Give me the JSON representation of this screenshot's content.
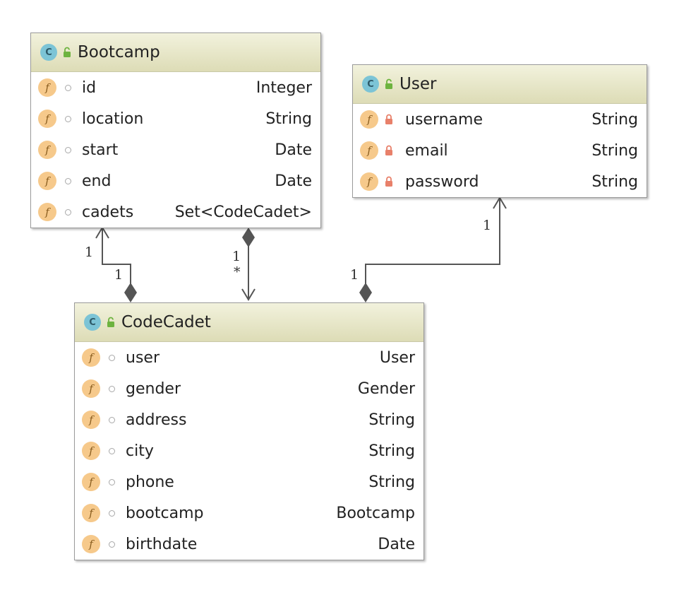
{
  "classes": {
    "bootcamp": {
      "name": "Bootcamp",
      "kind_badge": "C",
      "fields": [
        {
          "badge": "f",
          "name": "id",
          "type": "Integer",
          "visibility": "package"
        },
        {
          "badge": "f",
          "name": "location",
          "type": "String",
          "visibility": "package"
        },
        {
          "badge": "f",
          "name": "start",
          "type": "Date",
          "visibility": "package"
        },
        {
          "badge": "f",
          "name": "end",
          "type": "Date",
          "visibility": "package"
        },
        {
          "badge": "f",
          "name": "cadets",
          "type": "Set<CodeCadet>",
          "visibility": "package"
        }
      ]
    },
    "user": {
      "name": "User",
      "kind_badge": "C",
      "fields": [
        {
          "badge": "f",
          "name": "username",
          "type": "String",
          "visibility": "private"
        },
        {
          "badge": "f",
          "name": "email",
          "type": "String",
          "visibility": "private"
        },
        {
          "badge": "f",
          "name": "password",
          "type": "String",
          "visibility": "private"
        }
      ]
    },
    "codecadet": {
      "name": "CodeCadet",
      "kind_badge": "C",
      "fields": [
        {
          "badge": "f",
          "name": "user",
          "type": "User",
          "visibility": "package"
        },
        {
          "badge": "f",
          "name": "gender",
          "type": "Gender",
          "visibility": "package"
        },
        {
          "badge": "f",
          "name": "address",
          "type": "String",
          "visibility": "package"
        },
        {
          "badge": "f",
          "name": "city",
          "type": "String",
          "visibility": "package"
        },
        {
          "badge": "f",
          "name": "phone",
          "type": "String",
          "visibility": "package"
        },
        {
          "badge": "f",
          "name": "bootcamp",
          "type": "Bootcamp",
          "visibility": "package"
        },
        {
          "badge": "f",
          "name": "birthdate",
          "type": "Date",
          "visibility": "package"
        }
      ]
    }
  },
  "relations": [
    {
      "id": "codecadet-to-bootcamp",
      "source_mult": "1",
      "target_mult": "1"
    },
    {
      "id": "bootcamp-cadets",
      "source_mult": "1",
      "target_mult": "*"
    },
    {
      "id": "codecadet-to-user",
      "source_mult": "1",
      "target_mult": "1"
    }
  ],
  "colors": {
    "class_icon": "#7cc4d6",
    "field_icon": "#f6c98b",
    "header_gradient_top": "#f2f2dd",
    "header_gradient_bottom": "#dddcb6",
    "lock_icon": "#e8806a",
    "open_lock_icon": "#6db33f",
    "connector": "#555555"
  }
}
